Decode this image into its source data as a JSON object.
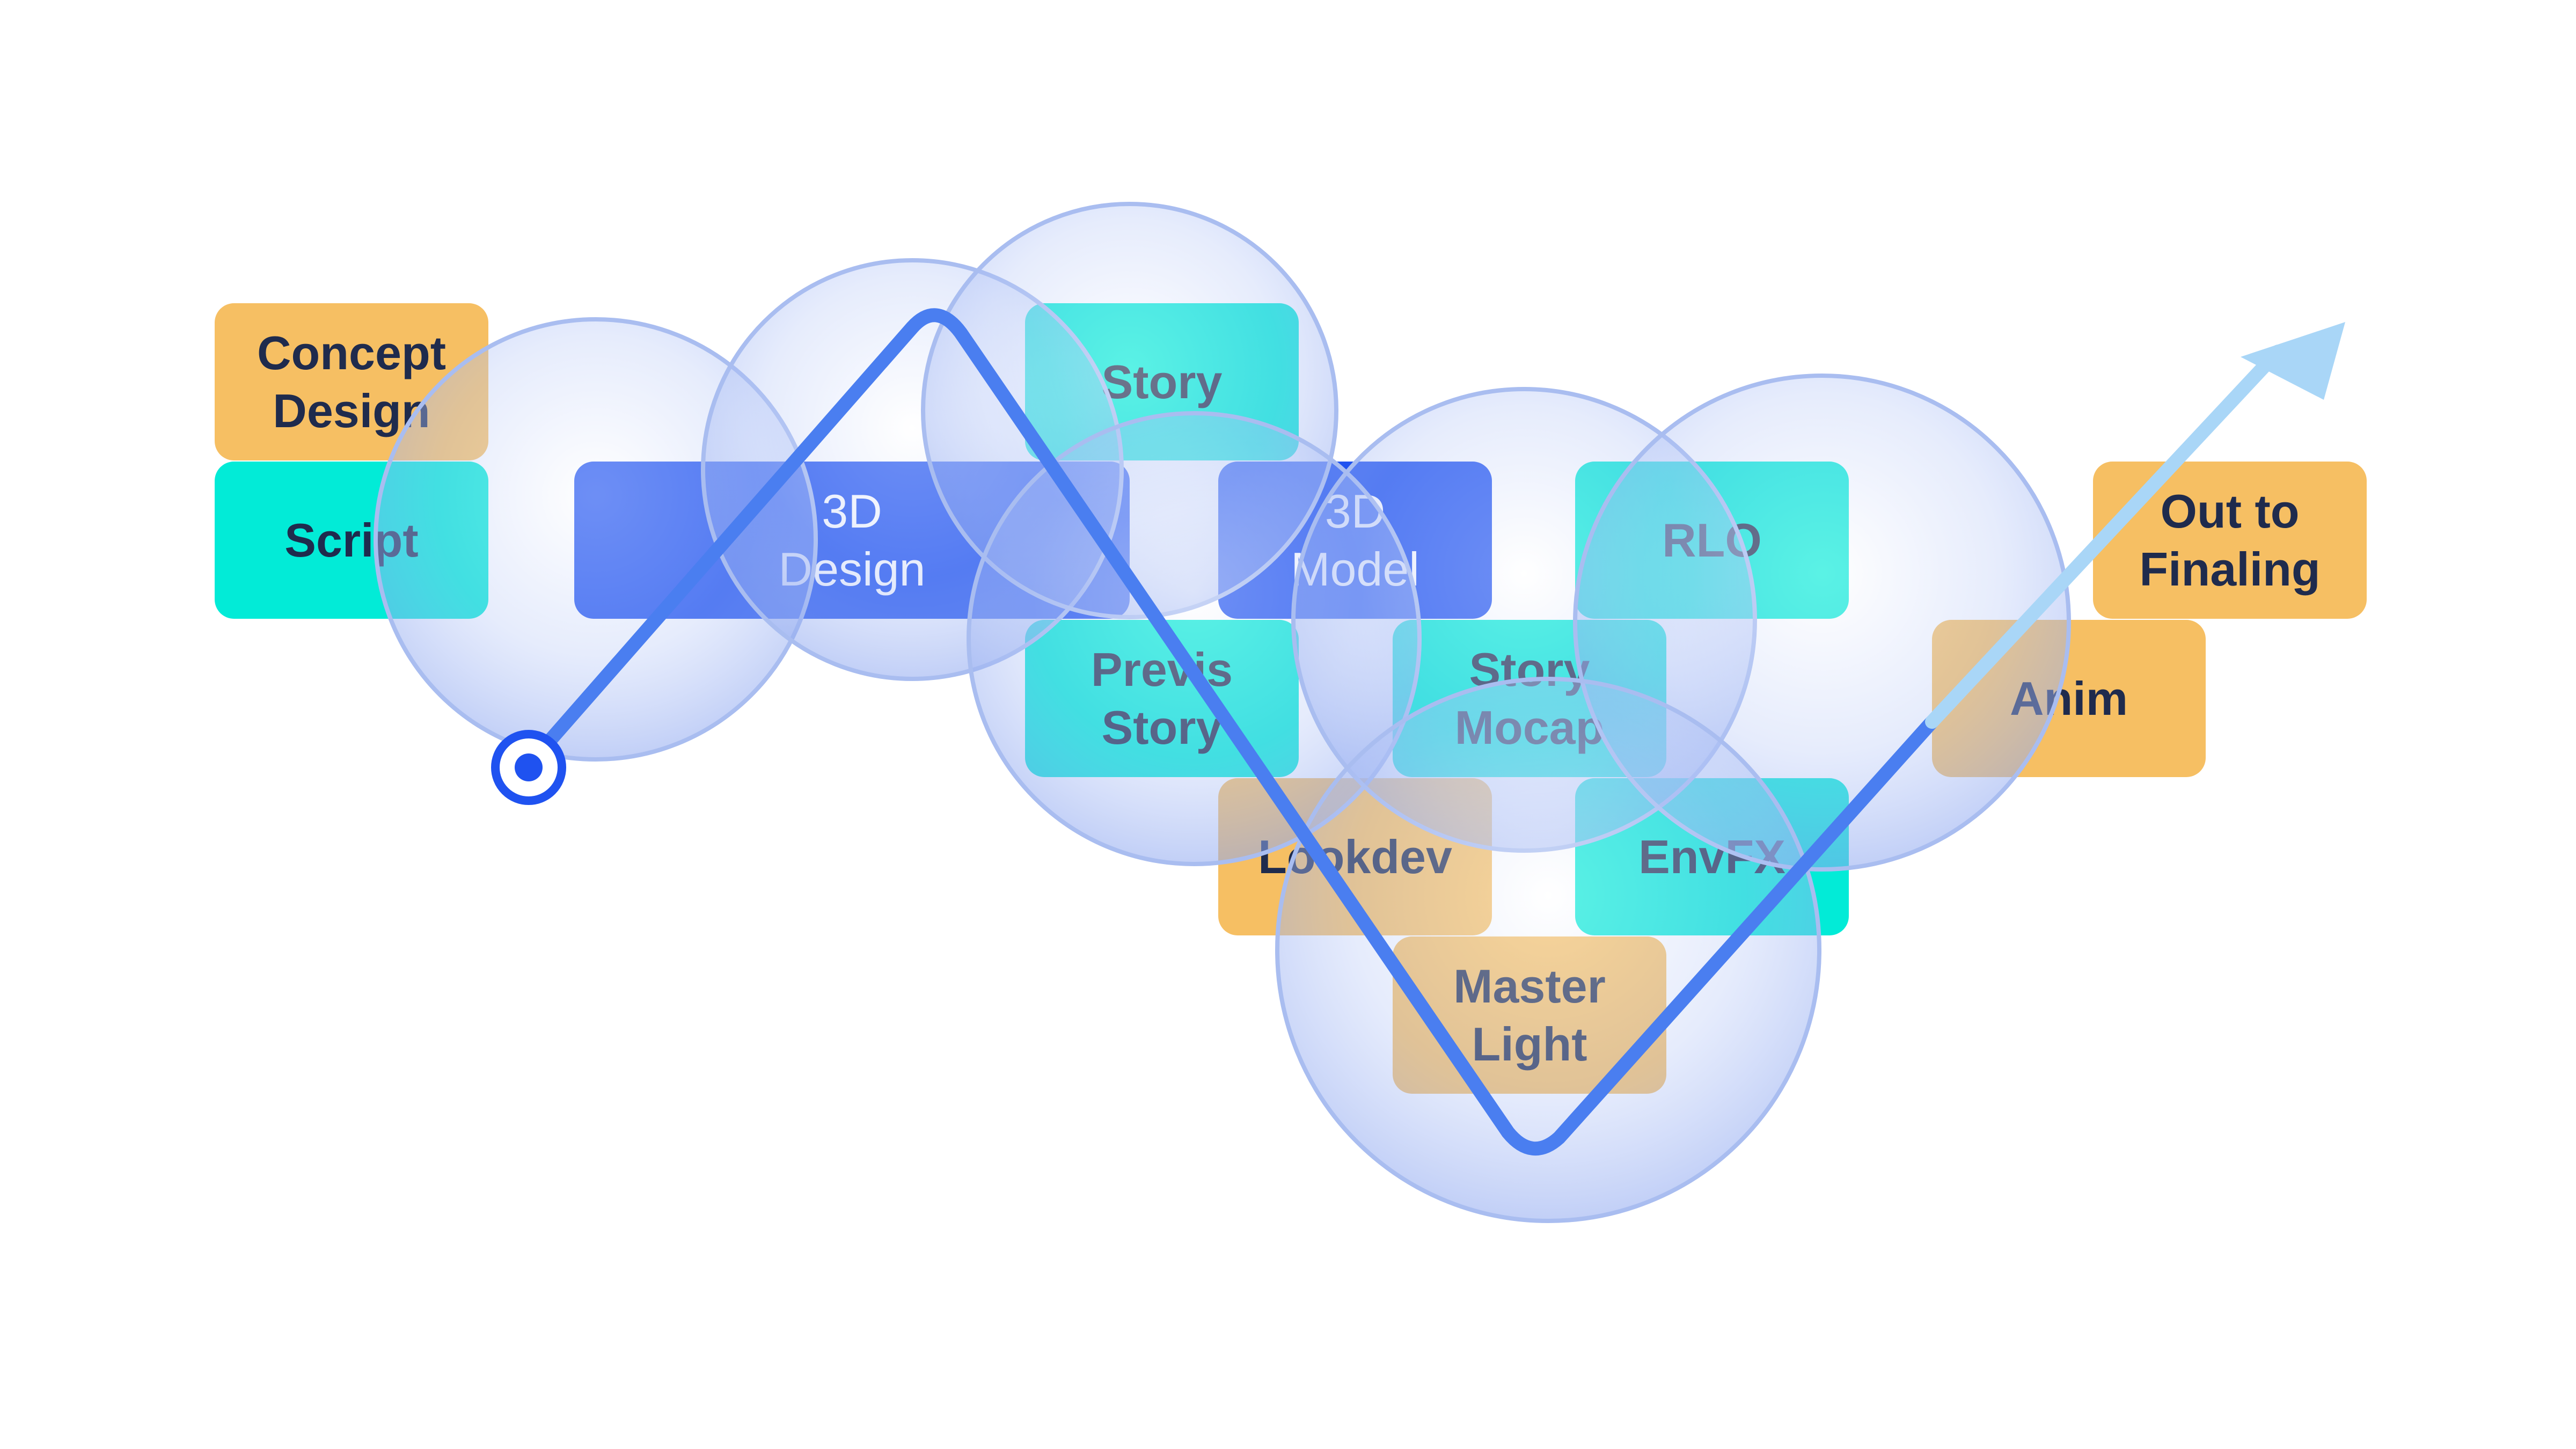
{
  "colors": {
    "orange": "#f6bf63",
    "teal": "#02ebd7",
    "blue": "#1f52f0",
    "text_dark": "#1f2b4d",
    "text_light": "#ffffff",
    "bubble_fill": "#b8c9f7",
    "bubble_stroke": "#a9bdf0",
    "path": "#4a7ef0",
    "arrow": "#a9d6f7"
  },
  "boxes": [
    {
      "name": "concept-design",
      "label": "Concept\nDesign",
      "style": "orange"
    },
    {
      "name": "script",
      "label": "Script",
      "style": "teal"
    },
    {
      "name": "3d-design",
      "label": "3D\nDesign",
      "style": "blue"
    },
    {
      "name": "story",
      "label": "Story",
      "style": "teal"
    },
    {
      "name": "3d-model",
      "label": "3D\nModel",
      "style": "blue"
    },
    {
      "name": "rlo",
      "label": "RLO",
      "style": "teal"
    },
    {
      "name": "out-to-finaling",
      "label": "Out to\nFinaling",
      "style": "orange"
    },
    {
      "name": "previs-story",
      "label": "Previs\nStory",
      "style": "teal"
    },
    {
      "name": "story-mocap",
      "label": "Story\nMocap",
      "style": "teal"
    },
    {
      "name": "anim",
      "label": "Anim",
      "style": "orange"
    },
    {
      "name": "lookdev",
      "label": "Lookdev",
      "style": "orange"
    },
    {
      "name": "envfx",
      "label": "EnvFX",
      "style": "teal"
    },
    {
      "name": "master-light",
      "label": "Master\nLight",
      "style": "orange"
    }
  ],
  "path": {
    "start_marker": "target-ring-icon",
    "end_marker": "arrow-head-icon"
  }
}
